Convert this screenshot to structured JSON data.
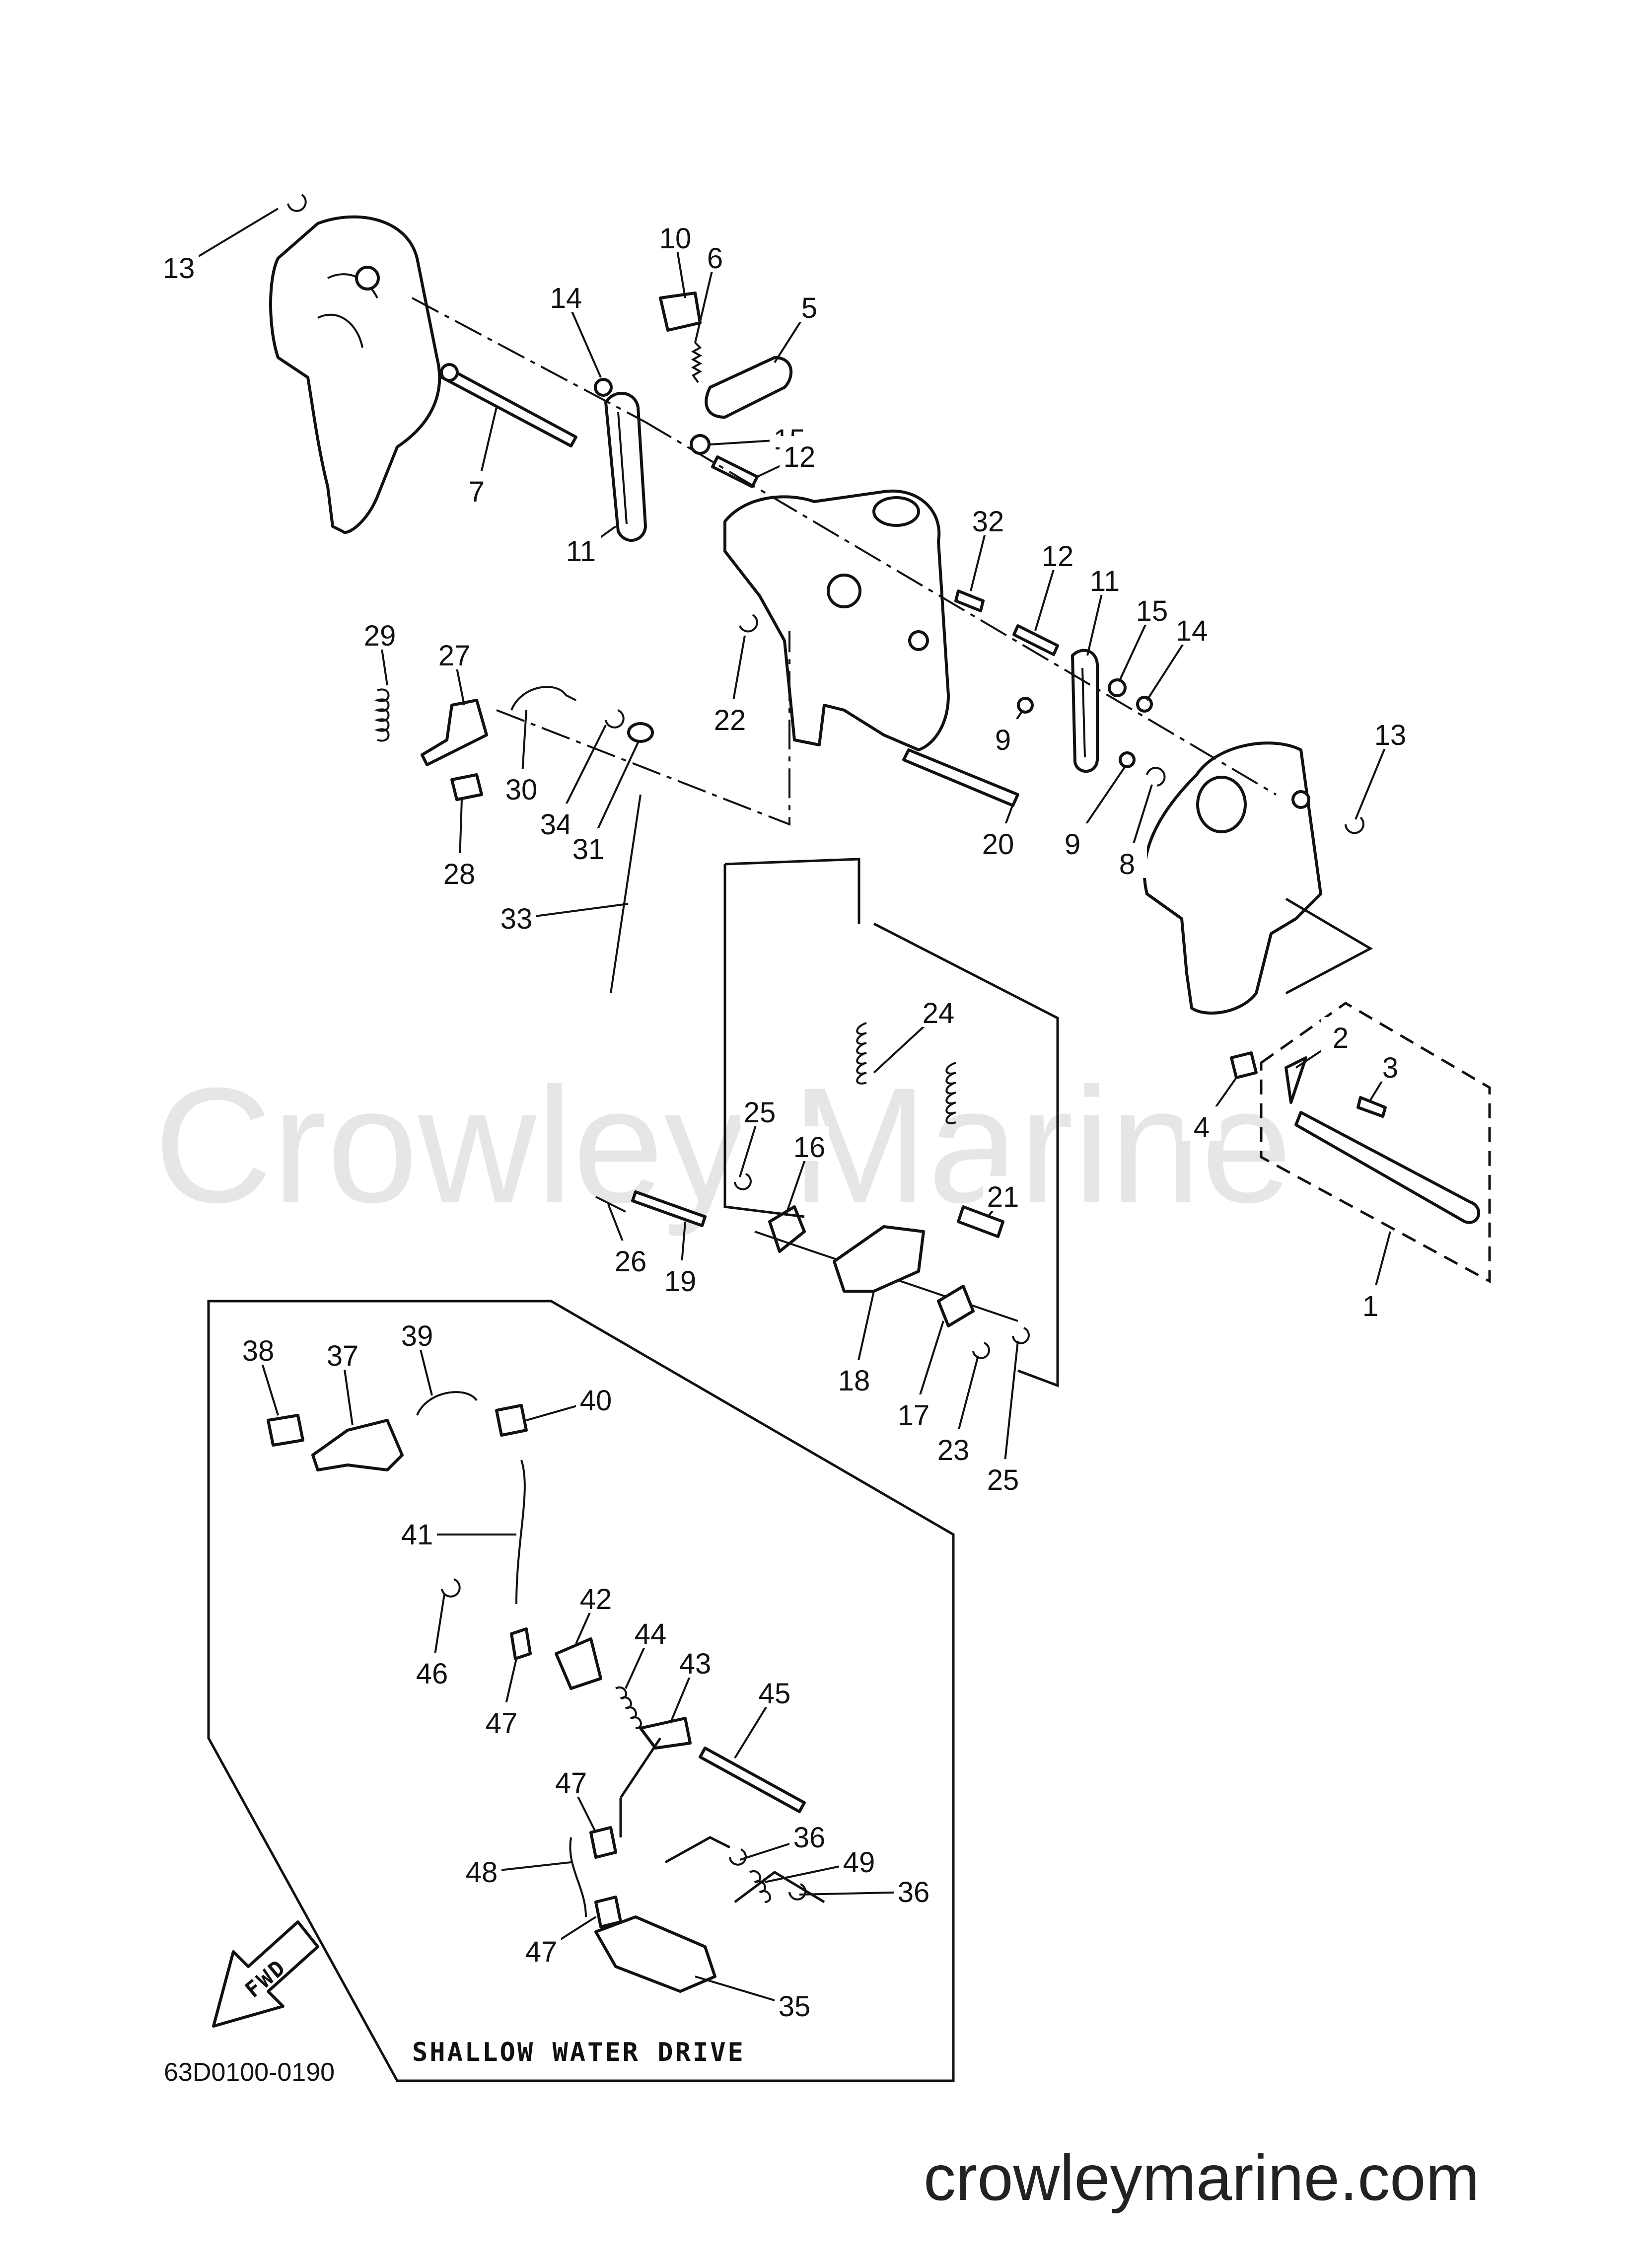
{
  "watermark": "Crowley Marine",
  "website": "crowleymarine.com",
  "diagram_code": "63D0100-0190",
  "inset_caption": "SHALLOW WATER DRIVE",
  "direction_label": "FWD",
  "callouts": [
    {
      "id": "c13a",
      "label": "13",
      "part": "13"
    },
    {
      "id": "c10",
      "label": "10",
      "part": "10"
    },
    {
      "id": "c6",
      "label": "6",
      "part": "6"
    },
    {
      "id": "c5",
      "label": "5",
      "part": "5"
    },
    {
      "id": "c14a",
      "label": "14",
      "part": "14"
    },
    {
      "id": "c15a",
      "label": "15",
      "part": "15"
    },
    {
      "id": "c12a",
      "label": "12",
      "part": "12"
    },
    {
      "id": "c7",
      "label": "7",
      "part": "7"
    },
    {
      "id": "c11a",
      "label": "11",
      "part": "11"
    },
    {
      "id": "c32",
      "label": "32",
      "part": "32"
    },
    {
      "id": "c12b",
      "label": "12",
      "part": "12"
    },
    {
      "id": "c11b",
      "label": "11",
      "part": "11"
    },
    {
      "id": "c15b",
      "label": "15",
      "part": "15"
    },
    {
      "id": "c14b",
      "label": "14",
      "part": "14"
    },
    {
      "id": "c29",
      "label": "29",
      "part": "29"
    },
    {
      "id": "c27",
      "label": "27",
      "part": "27"
    },
    {
      "id": "c22",
      "label": "22",
      "part": "22"
    },
    {
      "id": "c9a",
      "label": "9",
      "part": "9"
    },
    {
      "id": "c13b",
      "label": "13",
      "part": "13"
    },
    {
      "id": "c30",
      "label": "30",
      "part": "30"
    },
    {
      "id": "c34",
      "label": "34",
      "part": "34"
    },
    {
      "id": "c31",
      "label": "31",
      "part": "31"
    },
    {
      "id": "c28",
      "label": "28",
      "part": "28"
    },
    {
      "id": "c20",
      "label": "20",
      "part": "20"
    },
    {
      "id": "c9b",
      "label": "9",
      "part": "9"
    },
    {
      "id": "c8",
      "label": "8",
      "part": "8"
    },
    {
      "id": "c33",
      "label": "33",
      "part": "33"
    },
    {
      "id": "c24",
      "label": "24",
      "part": "24"
    },
    {
      "id": "c2",
      "label": "2",
      "part": "2"
    },
    {
      "id": "c3",
      "label": "3",
      "part": "3"
    },
    {
      "id": "c4",
      "label": "4",
      "part": "4"
    },
    {
      "id": "c25a",
      "label": "25",
      "part": "25"
    },
    {
      "id": "c16",
      "label": "16",
      "part": "16"
    },
    {
      "id": "c21",
      "label": "21",
      "part": "21"
    },
    {
      "id": "c26",
      "label": "26",
      "part": "26"
    },
    {
      "id": "c19",
      "label": "19",
      "part": "19"
    },
    {
      "id": "c1",
      "label": "1",
      "part": "1"
    },
    {
      "id": "c18",
      "label": "18",
      "part": "18"
    },
    {
      "id": "c17",
      "label": "17",
      "part": "17"
    },
    {
      "id": "c23",
      "label": "23",
      "part": "23"
    },
    {
      "id": "c25b",
      "label": "25",
      "part": "25"
    },
    {
      "id": "c38",
      "label": "38",
      "part": "38"
    },
    {
      "id": "c37",
      "label": "37",
      "part": "37"
    },
    {
      "id": "c39",
      "label": "39",
      "part": "39"
    },
    {
      "id": "c40",
      "label": "40",
      "part": "40"
    },
    {
      "id": "c41",
      "label": "41",
      "part": "41"
    },
    {
      "id": "c42",
      "label": "42",
      "part": "42"
    },
    {
      "id": "c44",
      "label": "44",
      "part": "44"
    },
    {
      "id": "c46",
      "label": "46",
      "part": "46"
    },
    {
      "id": "c43",
      "label": "43",
      "part": "43"
    },
    {
      "id": "c45",
      "label": "45",
      "part": "45"
    },
    {
      "id": "c47a",
      "label": "47",
      "part": "47"
    },
    {
      "id": "c47b",
      "label": "47",
      "part": "47"
    },
    {
      "id": "c36a",
      "label": "36",
      "part": "36"
    },
    {
      "id": "c48",
      "label": "48",
      "part": "48"
    },
    {
      "id": "c49",
      "label": "49",
      "part": "49"
    },
    {
      "id": "c36b",
      "label": "36",
      "part": "36"
    },
    {
      "id": "c47c",
      "label": "47",
      "part": "47"
    },
    {
      "id": "c35",
      "label": "35",
      "part": "35"
    }
  ]
}
